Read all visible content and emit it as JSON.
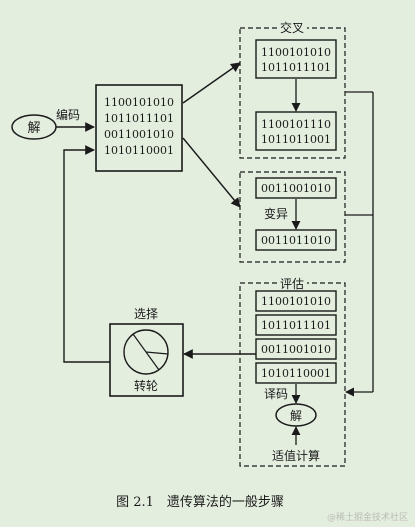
{
  "start_node": "解",
  "encode_label": "编码",
  "population": [
    "1100101010",
    "1011011101",
    "0011001010",
    "1010110001"
  ],
  "crossover": {
    "title": "交叉",
    "before": [
      "1100101010",
      "1011011101"
    ],
    "after": [
      "1100101110",
      "1011011001"
    ]
  },
  "mutation": {
    "label": "变异",
    "before": "0011001010",
    "after": "0011011010"
  },
  "evaluation": {
    "title": "评估",
    "items": [
      "1100101010",
      "1011011101",
      "0011001010",
      "1010110001"
    ],
    "decode_label": "译码",
    "solution_label": "解",
    "fitness_label": "适值计算"
  },
  "selection": {
    "title": "选择",
    "wheel_label": "转轮"
  },
  "caption": "图 2.1　遗传算法的一般步骤",
  "watermark": "@稀土掘金技术社区",
  "colors": {
    "background": "#e4eedf",
    "ink": "#1a1a1a",
    "watermark": "#b8bdb5"
  }
}
